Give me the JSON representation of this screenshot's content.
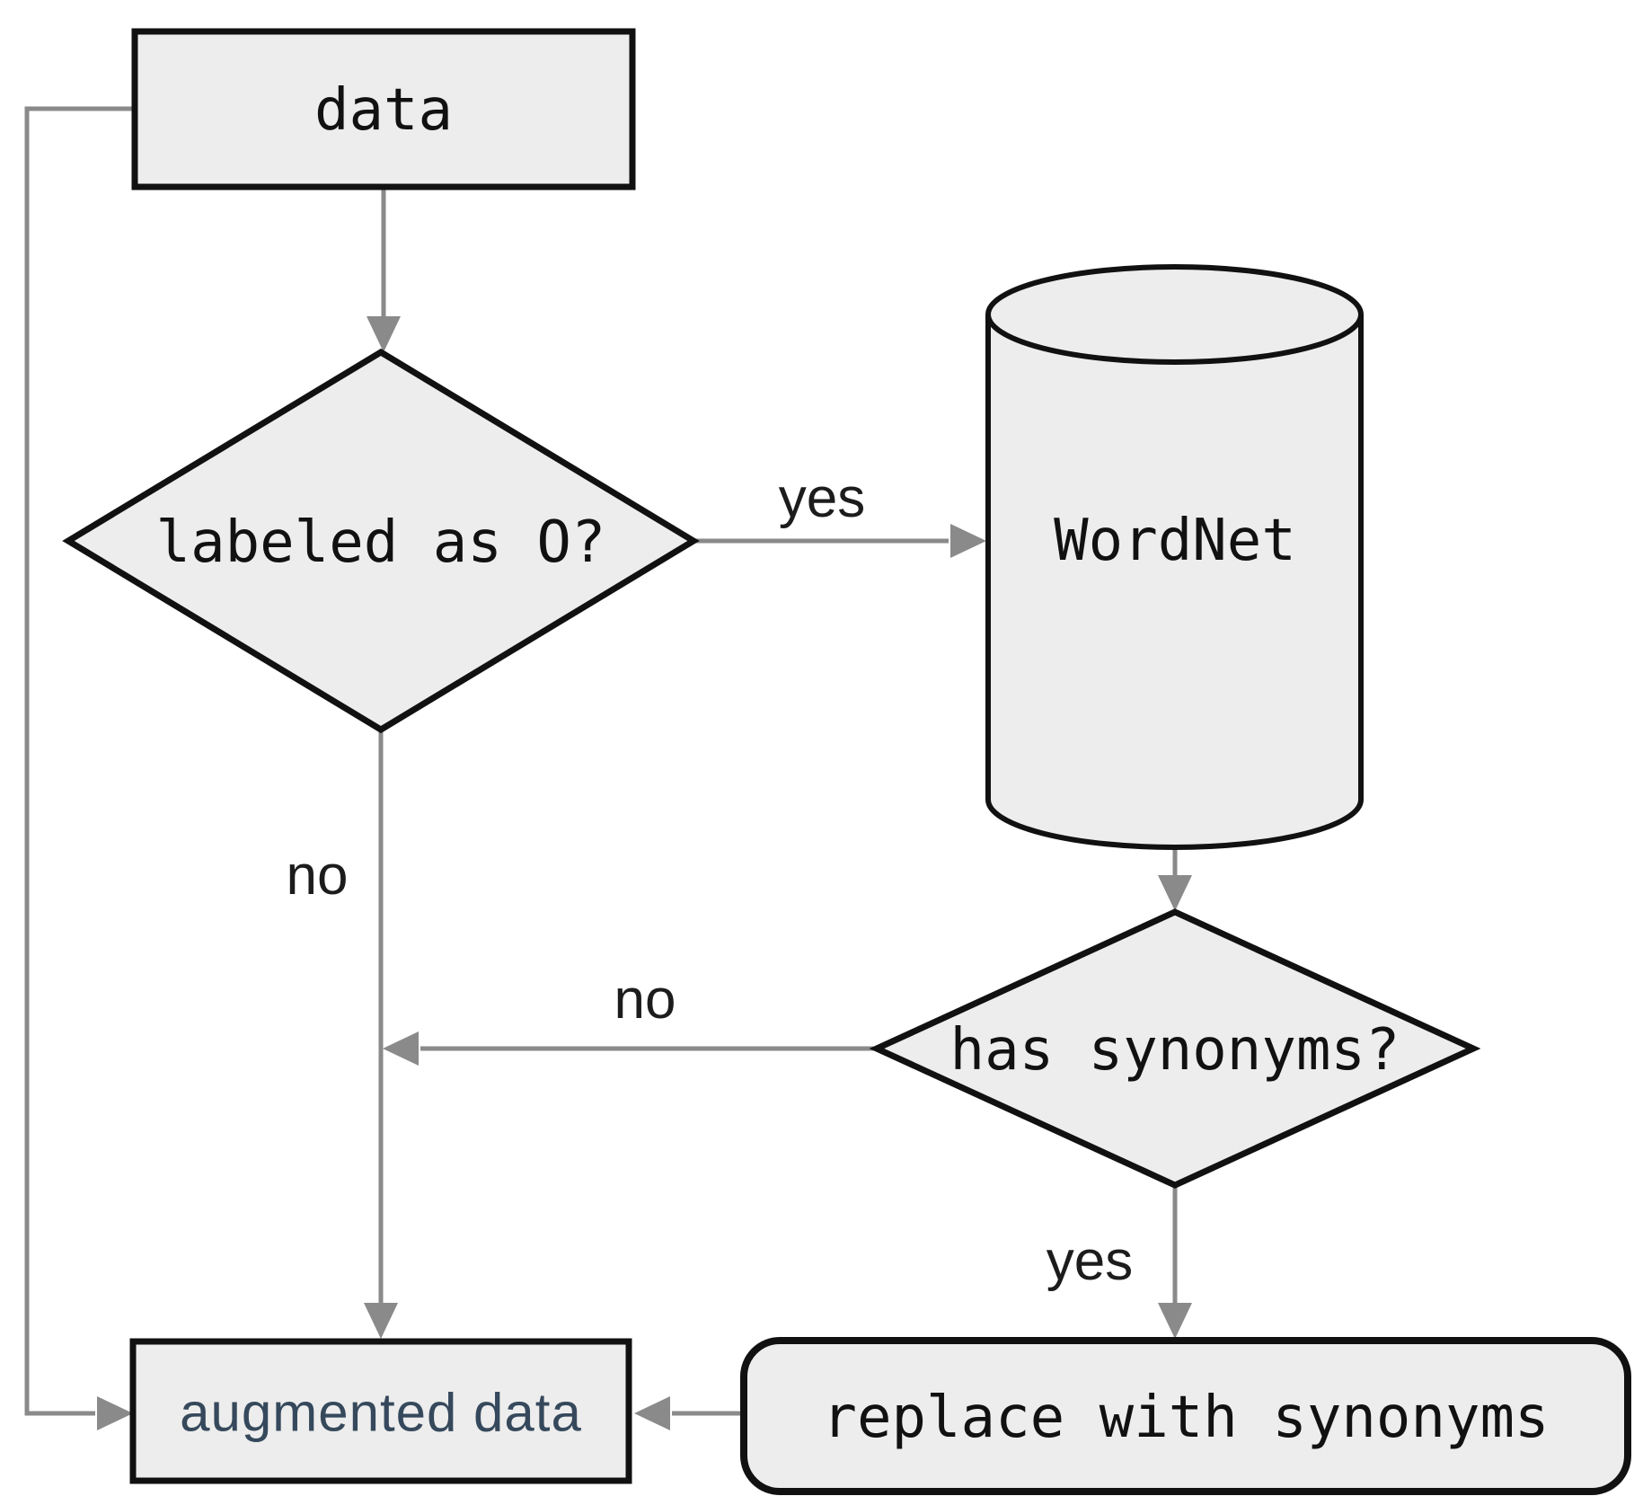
{
  "diagram": {
    "nodes": {
      "data": {
        "label": "data",
        "type": "process"
      },
      "labeled_as_o": {
        "label": "labeled as O?",
        "type": "decision"
      },
      "wordnet": {
        "label": "WordNet",
        "type": "database"
      },
      "has_synonyms": {
        "label": "has synonyms?",
        "type": "decision"
      },
      "replace_with_synonyms": {
        "label": "replace with synonyms",
        "type": "process"
      },
      "augmented_data": {
        "label": "augmented data",
        "type": "output"
      }
    },
    "edge_labels": {
      "labeled_yes": "yes",
      "labeled_no": "no",
      "synonyms_no": "no",
      "synonyms_yes": "yes"
    },
    "colors": {
      "node_fill": "#ededed",
      "node_stroke": "#111111",
      "arrow": "#8a8a8a",
      "node_text": "#111111",
      "edge_label_text": "#1c1c1c",
      "augmented_data_text": "#36495c"
    }
  }
}
